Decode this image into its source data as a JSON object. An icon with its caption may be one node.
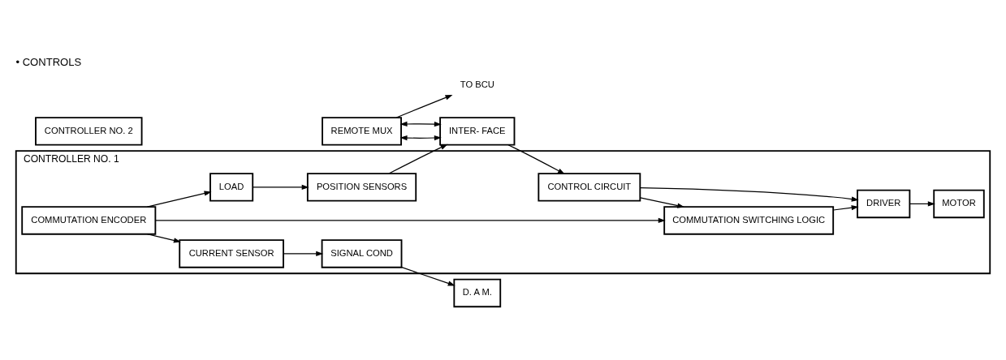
{
  "diagram": {
    "title": "• CONTROLS",
    "nodes": [
      {
        "text": [
          "TO BCU"
        ]
      },
      {
        "text": [
          "REMOTE MUX"
        ]
      },
      {
        "text": [
          "INTER- FACE"
        ]
      },
      {
        "text": [
          "D. A M."
        ]
      },
      {
        "text": [
          "CONTROLLER NO. 2"
        ]
      },
      {
        "text": [
          "CONTROLLER NO. 1"
        ]
      },
      {
        "text": [
          "SIGNAL COND"
        ],
        "in": 5
      },
      {
        "text": [
          "CURRENT SENSOR"
        ],
        "in": 5
      },
      {
        "text": [
          "CONTROL CIRCUIT"
        ],
        "in": 5
      },
      {
        "text": [
          "COMMUTATION SWITCHING LOGIC"
        ],
        "in": 5
      },
      {
        "text": [
          "DRIVER"
        ],
        "in": 5
      },
      {
        "text": [
          "MOTOR"
        ],
        "in": 5
      },
      {
        "text": [
          "COMMUTATION ENCODER"
        ],
        "in": 5
      },
      {
        "text": [
          "POSITION SENSORS"
        ],
        "in": 5
      },
      {
        "text": [
          "LOAD"
        ],
        "in": 5
      }
    ],
    "edges": [
      {
        "from": 1,
        "to": 0,
        "arrow": "to"
      },
      {
        "from": 1,
        "to": 2,
        "arrow": "both"
      },
      {
        "from": 1,
        "to": 2,
        "arrow": "both"
      },
      {
        "from": 6,
        "to": 3,
        "arrow": "to"
      },
      {
        "from": 7,
        "to": 6,
        "arrow": "to"
      },
      {
        "from": 2,
        "to": 8,
        "arrow": "to"
      },
      {
        "from": 8,
        "to": 9,
        "arrow": "to"
      },
      {
        "from": 8,
        "to": 10,
        "arrow": "to"
      },
      {
        "from": 9,
        "to": 10,
        "arrow": "to"
      },
      {
        "from": 10,
        "to": 11,
        "arrow": "to"
      },
      {
        "from": 12,
        "to": 9,
        "arrow": "to"
      },
      {
        "from": 12,
        "to": 7,
        "arrow": "to"
      },
      {
        "from": 12,
        "to": 14,
        "arrow": "to"
      },
      {
        "from": 14,
        "to": 13,
        "arrow": "to"
      },
      {
        "from": 13,
        "to": 2,
        "arrow": "to"
      }
    ]
  }
}
